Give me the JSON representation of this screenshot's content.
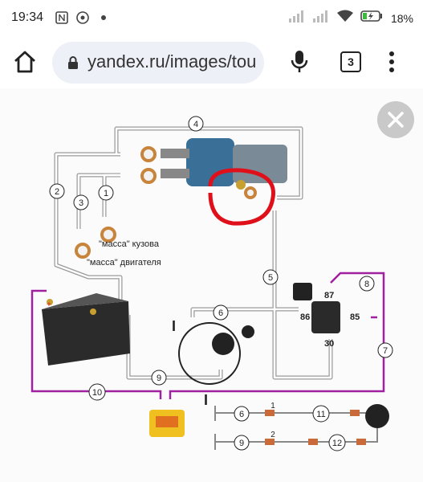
{
  "status": {
    "time": "19:34",
    "battery": "18%"
  },
  "browser": {
    "url": "yandex.ru/images/tou",
    "tab_count": "3"
  },
  "diagram": {
    "labels": {
      "n1": "1",
      "n2": "2",
      "n3": "3",
      "n4": "4",
      "n5": "5",
      "n6a": "6",
      "n6b": "6",
      "n7": "7",
      "n8": "8",
      "n9a": "9",
      "n9b": "9",
      "n10": "10",
      "n11": "11",
      "n12": "12",
      "fuse1": "1",
      "fuse2": "2",
      "massa_kuzova": "\"масса\" кузова",
      "massa_dvigatelya": "\"масса\" двигателя",
      "r87": "87",
      "r86": "86",
      "r85": "85",
      "r30": "30",
      "roman1a": "I",
      "roman1b": "I"
    },
    "colors": {
      "purple_wire": "#a020a0",
      "highlight": "#e0101a",
      "wire": "#9a9a9a"
    }
  }
}
